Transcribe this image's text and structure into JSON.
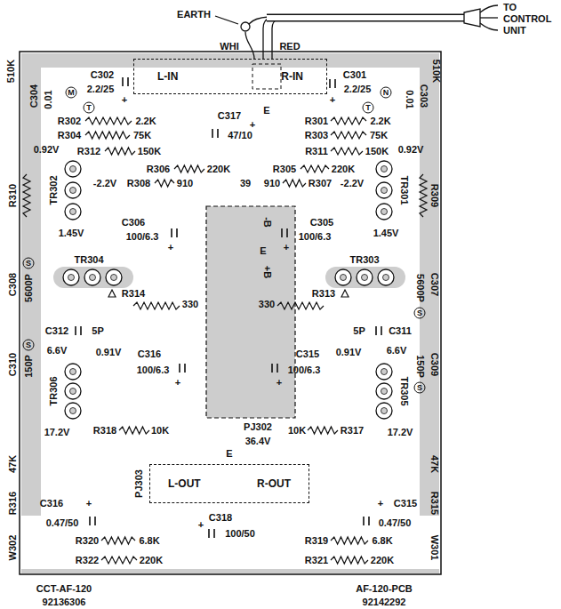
{
  "diagram": {
    "nodes": [
      {
        "text": [
          "L-IN",
          "R-IN"
        ]
      },
      {
        "text": [
          "L-OUT",
          "R-OUT"
        ]
      }
    ],
    "labels": [
      "EARTH",
      "WHI",
      "RED",
      "TO CONTROL UNIT",
      "C302",
      "2.2/25",
      "+",
      "M",
      "T",
      "C301",
      "2.2/25",
      "+",
      "T",
      "N",
      "E",
      "C317",
      "+",
      "47/10",
      "510K",
      "C304",
      "0.01",
      "C303",
      "0.01",
      "510K",
      "R302",
      "2.2K",
      "R301",
      "2.2K",
      "R304",
      "75K",
      "R303",
      "75K",
      "0.92V",
      "R312",
      "150K",
      "R311",
      "150K",
      "0.92V",
      "R306",
      "220K",
      "R305",
      "220K",
      "39",
      "-2.2V",
      "R308",
      "910",
      "910",
      "R307",
      "-2.2V",
      "TR302",
      "TR301",
      "R310",
      "R309",
      "1.45V",
      "1.45V",
      "C306",
      "100/6.3",
      "+",
      "C305",
      "100/6.3",
      "+",
      "-B",
      "E",
      "+B",
      "TR304",
      "TR303",
      "C308",
      "5600P",
      "S",
      "C307",
      "5600P",
      "S",
      "R314",
      "330",
      "330",
      "R313",
      "C312",
      "5P",
      "5P",
      "C311",
      "C310",
      "150P",
      "S",
      "C309",
      "150P",
      "S",
      "6.6V",
      "0.91V",
      "C316",
      "100/6.3",
      "+",
      "6.6V",
      "0.91V",
      "C315",
      "100/6.3",
      "+",
      "TR306",
      "TR305",
      "17.2V",
      "R318",
      "10K",
      "10K",
      "R317",
      "17.2V",
      "PJ302",
      "36.4V",
      "E",
      "47K",
      "47K",
      "R316",
      "R315",
      "PJ303",
      "C316",
      "+",
      "0.47/50",
      "C315",
      "+",
      "0.47/50",
      "C318",
      "+",
      "100/50",
      "R320",
      "6.8K",
      "R319",
      "6.8K",
      "W302",
      "W301",
      "R322",
      "220K",
      "R321",
      "220K",
      "CCT-AF-120",
      "92136306",
      "AF-120-PCB",
      "92142292"
    ]
  }
}
